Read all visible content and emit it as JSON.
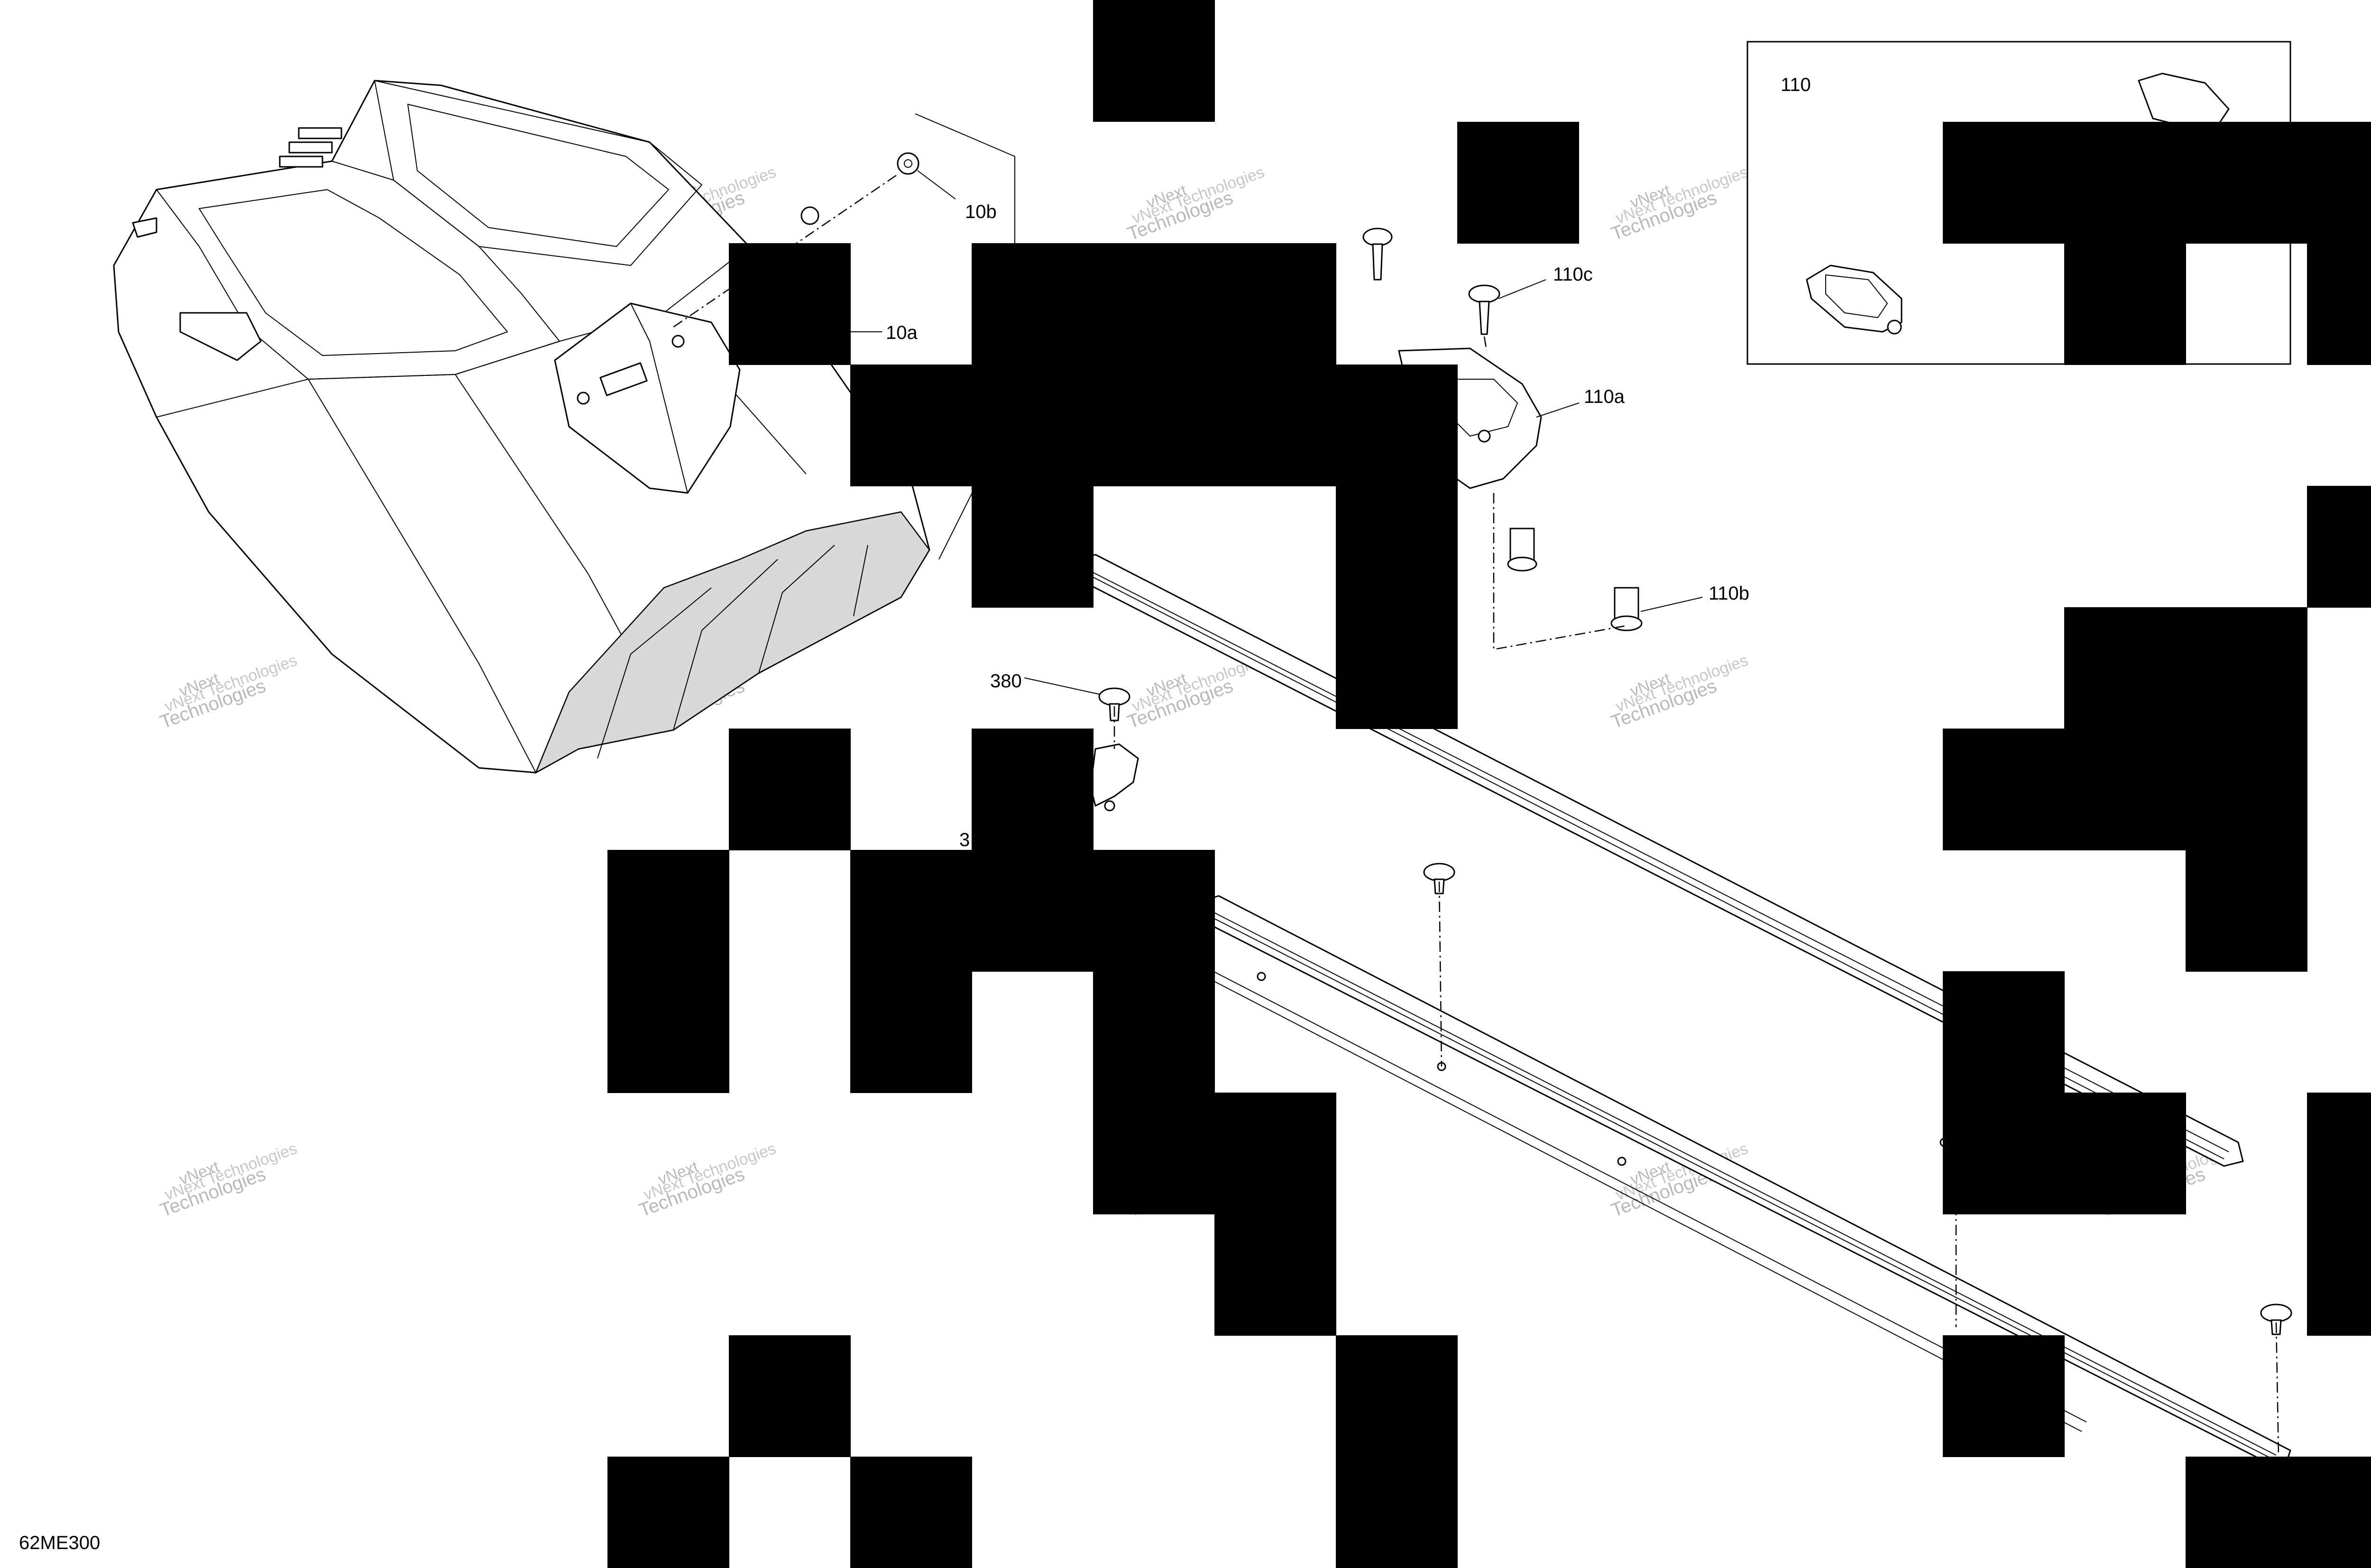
{
  "diagram_code": "62ME300",
  "callouts": {
    "p10a": "10a",
    "p10b": "10b",
    "p110": "110",
    "p110a": "110a",
    "p110b": "110b",
    "p110c": "110c",
    "p380": "380",
    "p3x": "3"
  },
  "watermark": {
    "line1": "vNext",
    "line2": "Technologies",
    "full": "vNext Technologies"
  },
  "colors": {
    "line": "#000000",
    "mask": "#000000",
    "panel_fill": "#d9d9d9",
    "watermark": "#b9b9b9",
    "background": "#ffffff"
  }
}
